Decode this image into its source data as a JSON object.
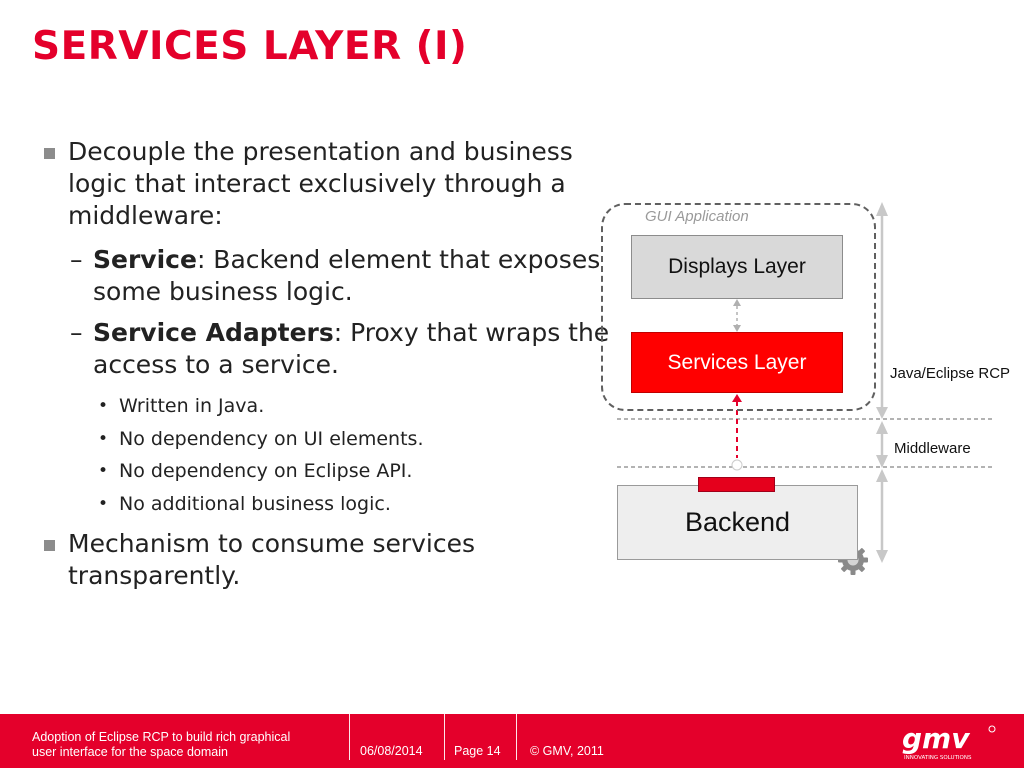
{
  "slide": {
    "title": "SERVICES LAYER (I)"
  },
  "bullets": {
    "main_1": "Decouple the presentation and business logic that interact exclusively through a middleware:",
    "sub_1_bold": "Service",
    "sub_1_rest": ": Backend element that exposes some business logic.",
    "sub_2_bold": "Service Adapters",
    "sub_2_rest": ": Proxy that wraps the access to a service.",
    "dash": "–",
    "dot": "•",
    "items": [
      "Written in Java.",
      "No dependency on UI elements.",
      "No dependency on Eclipse API.",
      "No additional business logic."
    ],
    "main_2": "Mechanism to consume services transparently."
  },
  "diagram": {
    "gui_label": "GUI Application",
    "displays_layer": "Displays Layer",
    "services_layer": "Services Layer",
    "backend": "Backend",
    "java_label": "Java/Eclipse RCP",
    "middleware_label": "Middleware",
    "colors": {
      "accent_red": "#e4002b",
      "services_red": "#ff0000",
      "box_grey": "#d9d9d9"
    },
    "icons": [
      "gear-icon"
    ]
  },
  "footer": {
    "doc_title_line1": "Adoption of Eclipse RCP to build rich graphical",
    "doc_title_line2": "user interface for the space domain",
    "date": "06/08/2014",
    "page": "Page 14",
    "copyright": "© GMV, 2011",
    "logo_text": "gmv",
    "logo_tagline": "INNOVATING SOLUTIONS"
  }
}
